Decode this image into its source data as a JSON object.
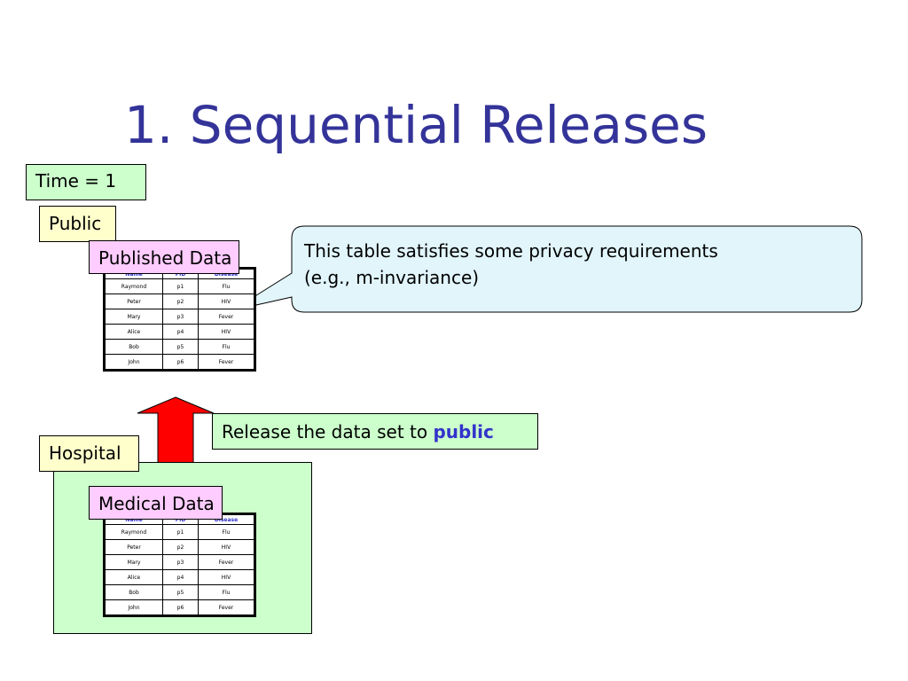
{
  "title": "1. Sequential Releases",
  "time_label": "Time = 1",
  "public_label": "Public",
  "hospital_label": "Hospital",
  "published_label": "Published Data",
  "medical_label": "Medical Data",
  "release": {
    "text": "Release the data set to ",
    "highlight": "public"
  },
  "callout": {
    "line1": "This table satisfies some privacy requirements",
    "line2": "(e.g., m-invariance)"
  },
  "published_table": {
    "headers": [
      "Name",
      "PID",
      "Disease"
    ],
    "rows": [
      [
        "Raymond",
        "p1",
        "Flu"
      ],
      [
        "Peter",
        "p2",
        "HIV"
      ],
      [
        "Mary",
        "p3",
        "Fever"
      ],
      [
        "Alice",
        "p4",
        "HIV"
      ],
      [
        "Bob",
        "p5",
        "Flu"
      ],
      [
        "John",
        "p6",
        "Fever"
      ]
    ]
  },
  "medical_table": {
    "headers": [
      "Name",
      "PID",
      "Disease"
    ],
    "rows": [
      [
        "Raymond",
        "p1",
        "Flu"
      ],
      [
        "Peter",
        "p2",
        "HIV"
      ],
      [
        "Mary",
        "p3",
        "Fever"
      ],
      [
        "Alice",
        "p4",
        "HIV"
      ],
      [
        "Bob",
        "p5",
        "Flu"
      ],
      [
        "John",
        "p6",
        "Fever"
      ]
    ]
  },
  "colors": {
    "title": "#333399",
    "green_box": "#ccffcc",
    "yellow_box": "#ffffcc",
    "pink_box": "#ffccff",
    "callout_fill": "#e1f5fb",
    "arrow": "#ff0000",
    "highlight": "#3333cc"
  }
}
